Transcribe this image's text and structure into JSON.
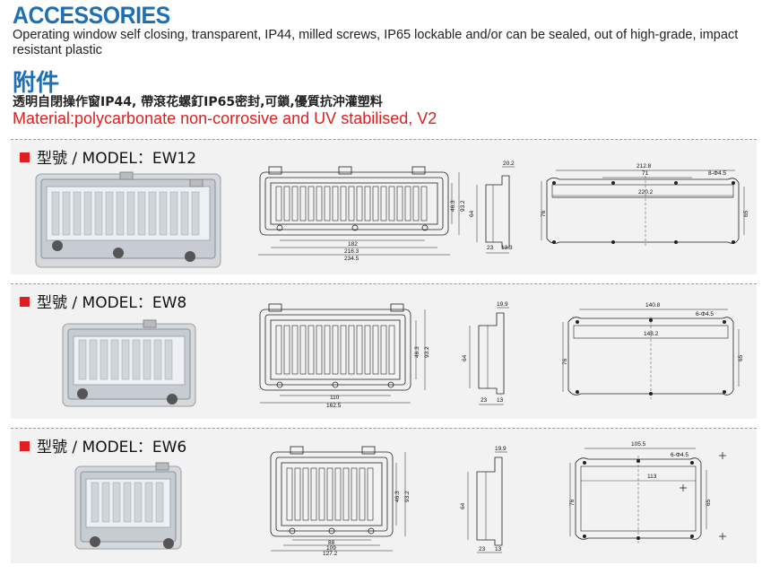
{
  "header": {
    "title_en": "ACCESSORIES",
    "desc_en": "Operating window self closing, transparent, IP44, milled screws, IP65 lockable and/or can be sealed, out of high-grade, impact resistant plastic",
    "title_zh": "附件",
    "desc_zh": "透明自閉操作窗IP44, 帶滾花螺釘IP65密封,可鎖,優質抗沖灌塑料",
    "material": "Material:polycarbonate non-corrosive and UV stabilised, V2"
  },
  "colors": {
    "heading": "#1e6fb3",
    "material": "#e02020",
    "panel_bg": "#f2f2f2",
    "bullet": "#e02020"
  },
  "panels": [
    {
      "model": "型號 / MODEL：EW12",
      "front": {
        "d1": "46.3",
        "d2": "93.2",
        "w1": "182",
        "w2": "216.3",
        "w3": "234.5"
      },
      "side": {
        "top": "20.2",
        "h": "64",
        "b1": "23",
        "b2": "13.3"
      },
      "cutout": {
        "w1": "212.8",
        "w2": "71",
        "w3": "8-Φ4.5",
        "w4": "220.2",
        "h1": "76",
        "h2": "65"
      }
    },
    {
      "model": "型號 / MODEL：EW8",
      "front": {
        "d1": "46.3",
        "d2": "93.2",
        "w1": "110",
        "w2": "162.5"
      },
      "side": {
        "top": "19.9",
        "h": "64",
        "b1": "23",
        "b2": "13"
      },
      "cutout": {
        "w1": "140.8",
        "w3": "6-Φ4.5",
        "w4": "148.2",
        "h1": "76",
        "h2": "65"
      }
    },
    {
      "model": "型號 / MODEL：EW6",
      "front": {
        "d1": "46.3",
        "d2": "93.2",
        "w1": "88",
        "w2": "109",
        "w3": "127.2"
      },
      "side": {
        "top": "19.9",
        "h": "64",
        "b1": "23",
        "b2": "13"
      },
      "cutout": {
        "w1": "105.5",
        "w3": "6-Φ4.5",
        "w4": "113",
        "h1": "76",
        "h2": "65"
      }
    }
  ]
}
